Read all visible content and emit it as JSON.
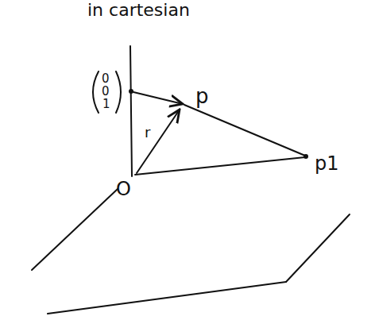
{
  "diagram": {
    "labels": [
      "in cartesian",
      "0",
      "0",
      "1",
      "p",
      "r",
      "O",
      "p1"
    ]
  }
}
